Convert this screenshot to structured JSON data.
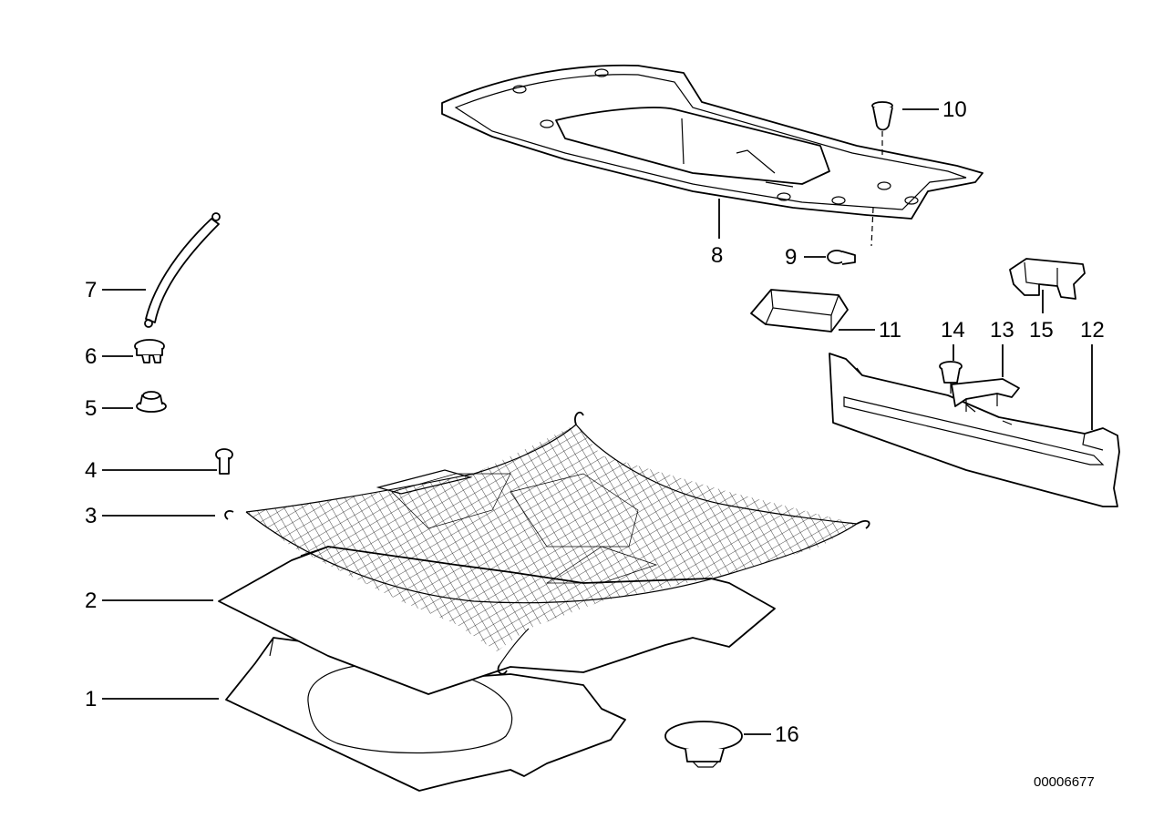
{
  "callouts": [
    {
      "id": "1",
      "label": "1"
    },
    {
      "id": "2",
      "label": "2"
    },
    {
      "id": "3",
      "label": "3"
    },
    {
      "id": "4",
      "label": "4"
    },
    {
      "id": "5",
      "label": "5"
    },
    {
      "id": "6",
      "label": "6"
    },
    {
      "id": "7",
      "label": "7"
    },
    {
      "id": "8",
      "label": "8"
    },
    {
      "id": "9",
      "label": "9"
    },
    {
      "id": "10",
      "label": "10"
    },
    {
      "id": "11",
      "label": "11"
    },
    {
      "id": "12",
      "label": "12"
    },
    {
      "id": "13",
      "label": "13"
    },
    {
      "id": "14",
      "label": "14"
    },
    {
      "id": "15",
      "label": "15"
    },
    {
      "id": "16",
      "label": "16"
    }
  ],
  "document_number": "00006677"
}
